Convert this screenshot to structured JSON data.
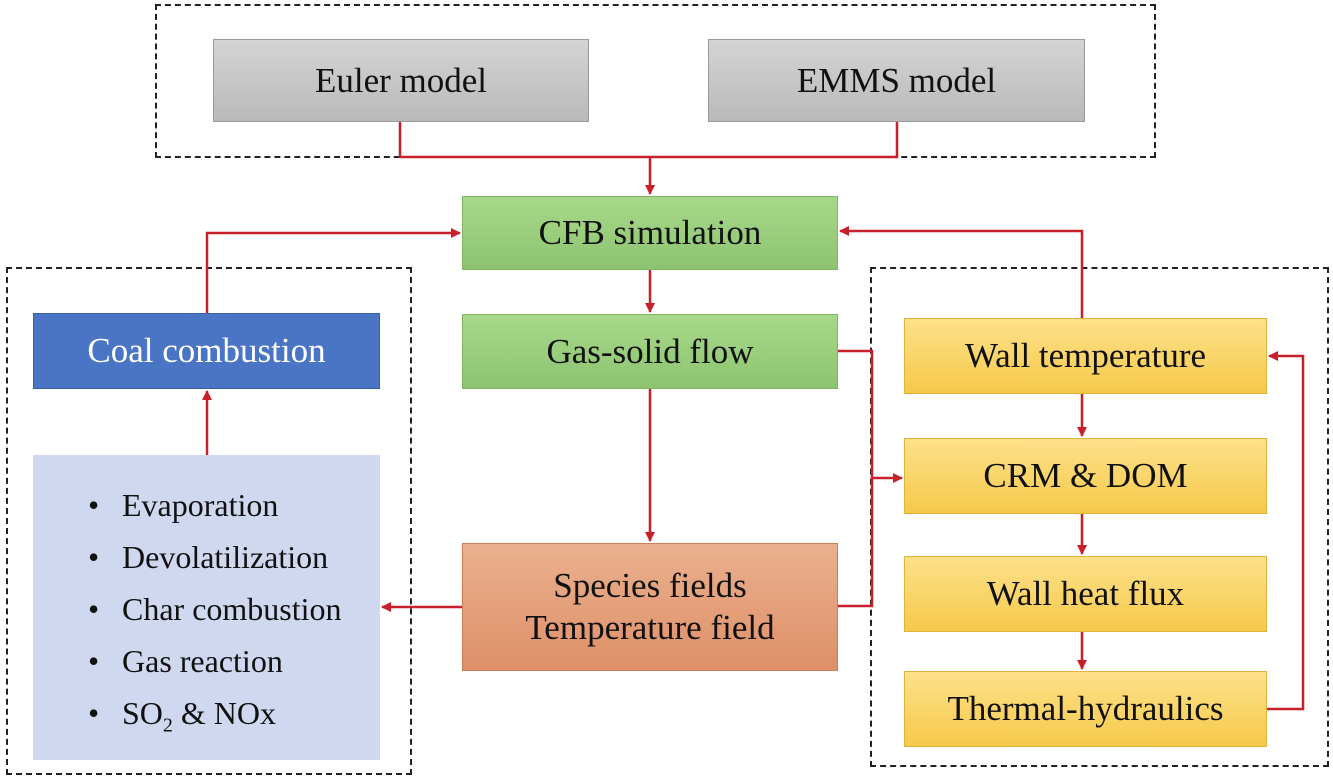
{
  "top_models": {
    "euler": "Euler model",
    "emms": "EMMS model"
  },
  "center": {
    "cfb": "CFB simulation",
    "gas_solid": "Gas-solid flow",
    "species_line1": "Species fields",
    "species_line2": "Temperature field"
  },
  "left": {
    "coal": "Coal combustion",
    "items": [
      "Evaporation",
      "Devolatilization",
      "Char combustion",
      "Gas reaction"
    ],
    "so2_prefix": "SO",
    "so2_sub": "2",
    "so2_suffix": " & NOx"
  },
  "right": {
    "wall_temp": "Wall temperature",
    "crm_dom": "CRM & DOM",
    "heat_flux": "Wall heat flux",
    "thermal": "Thermal-hydraulics"
  },
  "colors": {
    "arrow": "#c8202a",
    "gray": "#c6c6c6",
    "green": "#98cc7b",
    "orange": "#e29b75",
    "blue": "#4a74c4",
    "yellow": "#f9d566",
    "lavender": "#cfd8ee"
  }
}
